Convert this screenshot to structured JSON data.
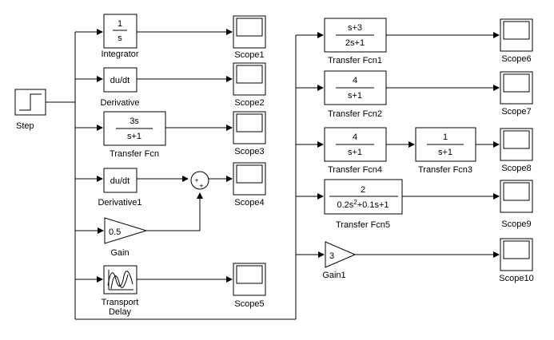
{
  "blocks": {
    "step": {
      "label": "Step"
    },
    "integrator": {
      "label": "Integrator",
      "num": "1",
      "den": "s"
    },
    "derivative": {
      "label": "Derivative",
      "text": "du/dt"
    },
    "transfer_fcn": {
      "label": "Transfer Fcn",
      "num": "3s",
      "den": "s+1"
    },
    "derivative1": {
      "label": "Derivative1",
      "text": "du/dt"
    },
    "gain": {
      "label": "Gain",
      "value": "0.5"
    },
    "sum": {
      "signs_top": "+",
      "signs_bottom": "+"
    },
    "transport_delay": {
      "label_line1": "Transport",
      "label_line2": "Delay"
    },
    "transfer_fcn1": {
      "label": "Transfer Fcn1",
      "num": "s+3",
      "den": "2s+1"
    },
    "transfer_fcn2": {
      "label": "Transfer Fcn2",
      "num": "4",
      "den": "s+1"
    },
    "transfer_fcn4": {
      "label": "Transfer Fcn4",
      "num": "4",
      "den": "s+1"
    },
    "transfer_fcn3": {
      "label": "Transfer Fcn3",
      "num": "1",
      "den": "s+1"
    },
    "transfer_fcn5": {
      "label": "Transfer Fcn5",
      "num": "2",
      "den_a": "0.2s",
      "den_exp": "2",
      "den_b": "+0.1s+1"
    },
    "gain1": {
      "label": "Gain1",
      "value": "3"
    }
  },
  "scopes": [
    "Scope1",
    "Scope2",
    "Scope3",
    "Scope4",
    "Scope5",
    "Scope6",
    "Scope7",
    "Scope8",
    "Scope9",
    "Scope10"
  ]
}
